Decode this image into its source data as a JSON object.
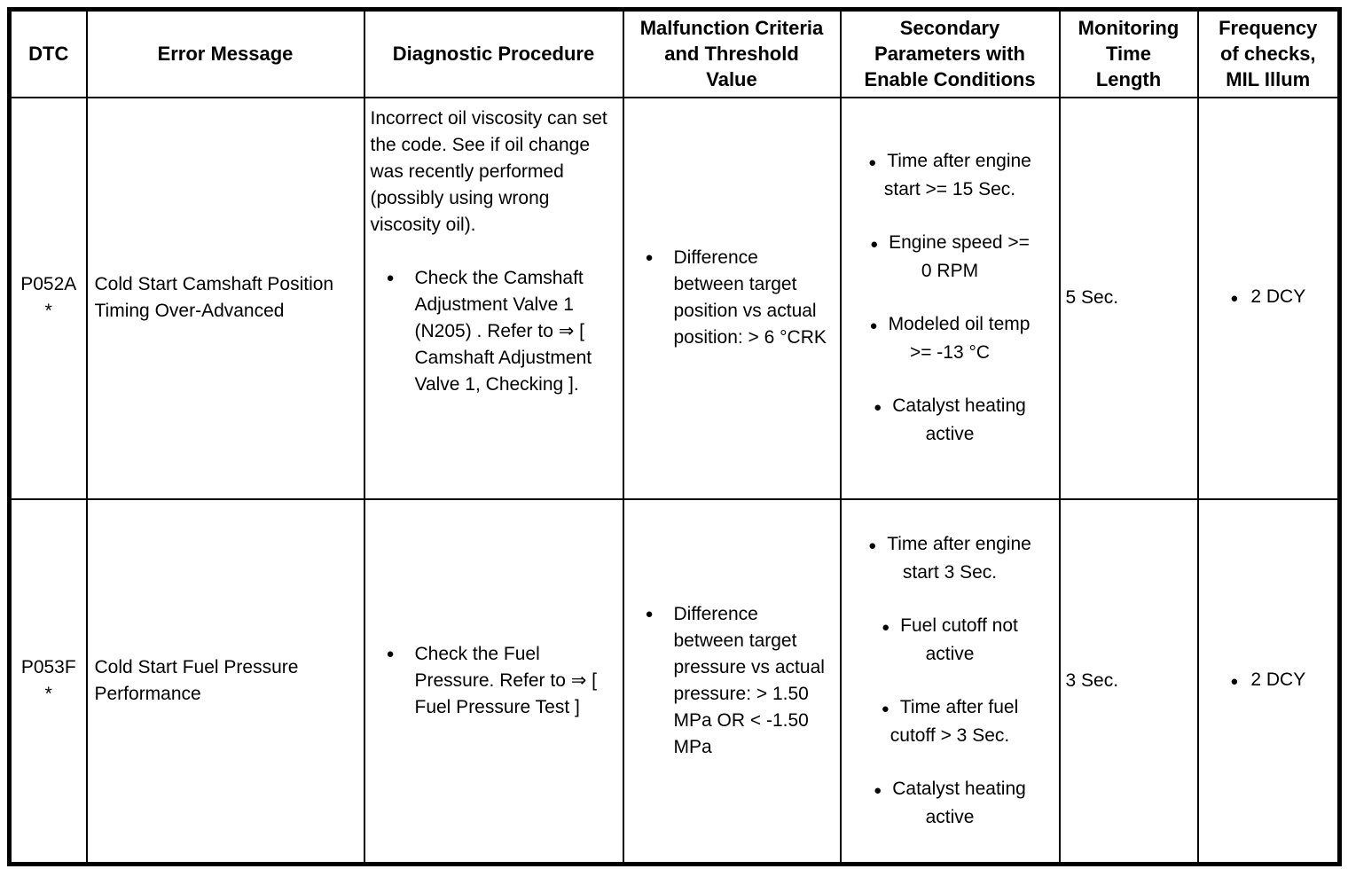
{
  "glyphs": {
    "bullet": "●"
  },
  "table": {
    "headers": [
      "DTC",
      "Error Message",
      "Diagnostic Procedure",
      "Malfunction Criteria\nand Threshold\nValue",
      "Secondary\nParameters with\nEnable Conditions",
      "Monitoring\nTime\nLength",
      "Frequency\nof checks,\nMIL Illum"
    ],
    "rows": [
      {
        "dtc": "P052A",
        "dtc_note": "*",
        "error_message": "Cold Start Camshaft Position Timing Over-Advanced",
        "diagnostic_intro": "Incorrect oil viscosity can set the code. See if oil change was recently performed (possibly using wrong viscosity oil).",
        "diagnostic_steps": [
          "Check the Camshaft Adjustment Valve 1 (N205) . Refer to ⇒ [ Camshaft Adjustment Valve 1, Checking ]."
        ],
        "malfunction_criteria": [
          "Difference between target position vs actual position: > 6 °CRK"
        ],
        "secondary_parameters": [
          "Time after engine start >= 15 Sec.",
          "Engine speed >= 0 RPM",
          "Modeled oil temp >= -13 °C",
          "Catalyst heating active"
        ],
        "monitoring_time": "5 Sec.",
        "frequency": [
          "2 DCY"
        ]
      },
      {
        "dtc": "P053F",
        "dtc_note": "*",
        "error_message": "Cold Start Fuel Pressure Performance",
        "diagnostic_intro": "",
        "diagnostic_steps": [
          "Check the Fuel Pressure. Refer to ⇒ [ Fuel Pressure Test ]"
        ],
        "malfunction_criteria": [
          "Difference between target pressure vs actual pressure: > 1.50 MPa OR < -1.50 MPa"
        ],
        "secondary_parameters": [
          "Time after engine start 3 Sec.",
          "Fuel cutoff not active",
          "Time after fuel cutoff > 3 Sec.",
          "Catalyst heating active"
        ],
        "monitoring_time": "3 Sec.",
        "frequency": [
          "2 DCY"
        ]
      }
    ]
  }
}
